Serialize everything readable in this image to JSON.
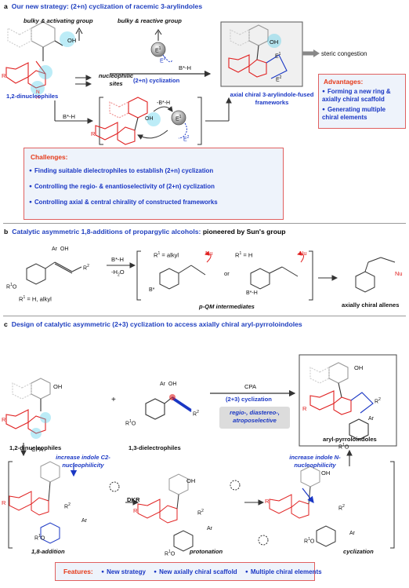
{
  "section_a": {
    "label": "a",
    "title": "Our new strategy: (2+n) cyclization of racemic 3-arylindoles",
    "bulky_activating": "bulky & activating group",
    "bulky_reactive": "bulky & reactive group",
    "nucleophilic_sites": "nucleophilic sites",
    "dinucleophiles": "1,2-dinucleophiles",
    "reagent": "B*-H",
    "cyclization": "(2+n) cyclization",
    "steric": "steric congestion",
    "product_caption": "axial chiral 3-arylindole-fused frameworks",
    "advantages_head": "Advantages:",
    "advantages": [
      "Forming a new ring & axially chiral scaffold",
      "Generating multiple chiral elements"
    ],
    "challenges_head": "Challenges:",
    "challenges": [
      "Finding suitable dielectrophiles to establish (2+n) cyclization",
      "Controlling the regio- & enantioselectivity of (2+n) cyclization",
      "Controlling  axial & central chirality of constructed frameworks"
    ],
    "E1": "E",
    "E2": "E"
  },
  "section_b": {
    "label": "b",
    "title_blue": "Catalytic asymmetric 1,8-additions of propargylic alcohols:",
    "title_black": "pioneered by Sun's group",
    "reagent1": "B*-H",
    "reagent2": "-H2O",
    "r1_alkyl": "R1 = alkyl",
    "r1_h": "R1 = H",
    "r1_cond": "R1 = H, alkyl",
    "or": "or",
    "qm": "p-QM intermediates",
    "allenes": "axially chiral allenes",
    "nu": "Nu"
  },
  "section_c": {
    "label": "c",
    "title": "Design of catalytic asymmetric (2+3) cyclization to access axially chiral aryl-pyrroloindoles",
    "cpa": "CPA",
    "cyclization": "(2+3) cyclization",
    "selectivity": "regio-, diastereo-, atroposelective",
    "dinucleophiles": "1,2-dinucleophiles",
    "dielectrophiles": "1,3-dielectrophiles",
    "product": "aryl-pyrroloindoles",
    "cpa_down": "CPA",
    "increase_c2": "increase indole C2-nucleophilicity",
    "increase_n": "increase indole N-nucleophilicity",
    "dkr": "DKR",
    "step1": "1,8-addition",
    "step2": "protonation",
    "step3": "cyclization",
    "features_head": "Features:",
    "features": [
      "New strategy",
      "New axially chiral scaffold",
      "Multiple chiral elements"
    ]
  },
  "colors": {
    "accent_blue": "#1a37c4",
    "accent_red": "#e02020",
    "cyan_highlight": "#3ec8e8"
  }
}
